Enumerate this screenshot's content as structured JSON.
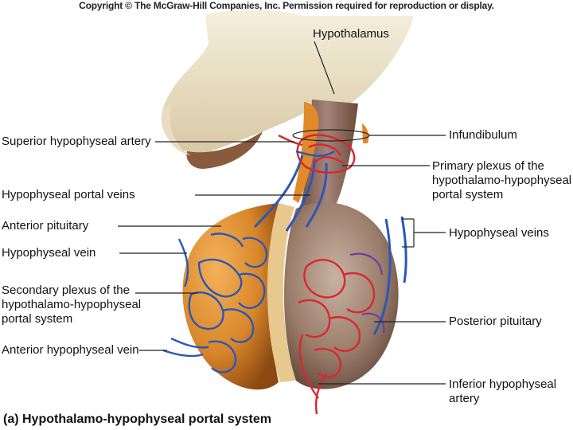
{
  "copyright": "Copyright © The McGraw-Hill Companies, Inc. Permission required for reproduction or display.",
  "caption": "(a) Hypothalamo-hypophyseal portal system",
  "labels": {
    "hypothalamus": "Hypothalamus",
    "infundibulum": "Infundibulum",
    "primary_plexus": [
      "Primary plexus of the",
      "hypothalamo-hypophyseal",
      "portal system"
    ],
    "hypophyseal_veins": "Hypophyseal veins",
    "posterior_pituitary": "Posterior pituitary",
    "inferior_artery": [
      "Inferior hypophyseal",
      "artery"
    ],
    "superior_artery": "Superior hypophyseal artery",
    "portal_veins": "Hypophyseal portal veins",
    "anterior_pituitary": "Anterior pituitary",
    "hypophyseal_vein": "Hypophyseal vein",
    "secondary_plexus": [
      "Secondary plexus of the",
      "hypothalamo-hypophyseal",
      "portal system"
    ],
    "anterior_vein": "Anterior hypophyseal vein"
  },
  "colors": {
    "artery": "#d9282e",
    "vein": "#2b57b5",
    "anterior_lobe": "#d9862a",
    "posterior_lobe": "#8a6a5a",
    "brain_tissue": "#efe6cf"
  }
}
